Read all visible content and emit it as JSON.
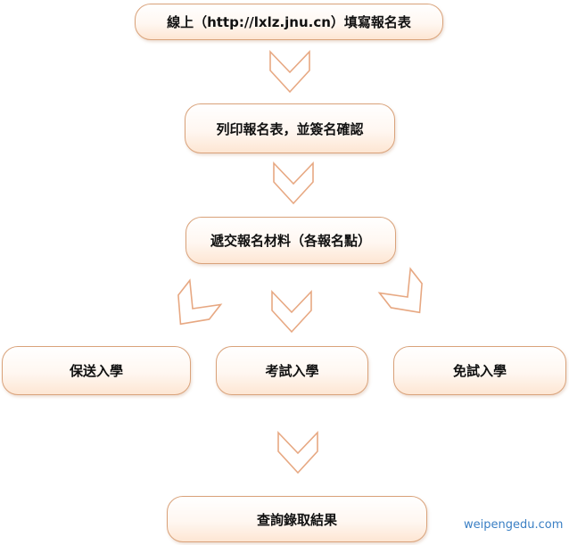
{
  "steps": {
    "step1": "線上（http://lxlz.jnu.cn）填寫報名表",
    "step2": "列印報名表，並簽名確認",
    "step3": "遞交報名材料（各報名點）",
    "option_left": "保送入學",
    "option_center": "考試入學",
    "option_right": "免試入學",
    "step5": "查詢錄取結果"
  },
  "watermark": "weipengedu.com",
  "colors": {
    "box_border": "#d9a27a",
    "box_fill": "#fde6d3",
    "arrow_stroke": "#e7a882",
    "watermark": "#3a7fc4"
  }
}
